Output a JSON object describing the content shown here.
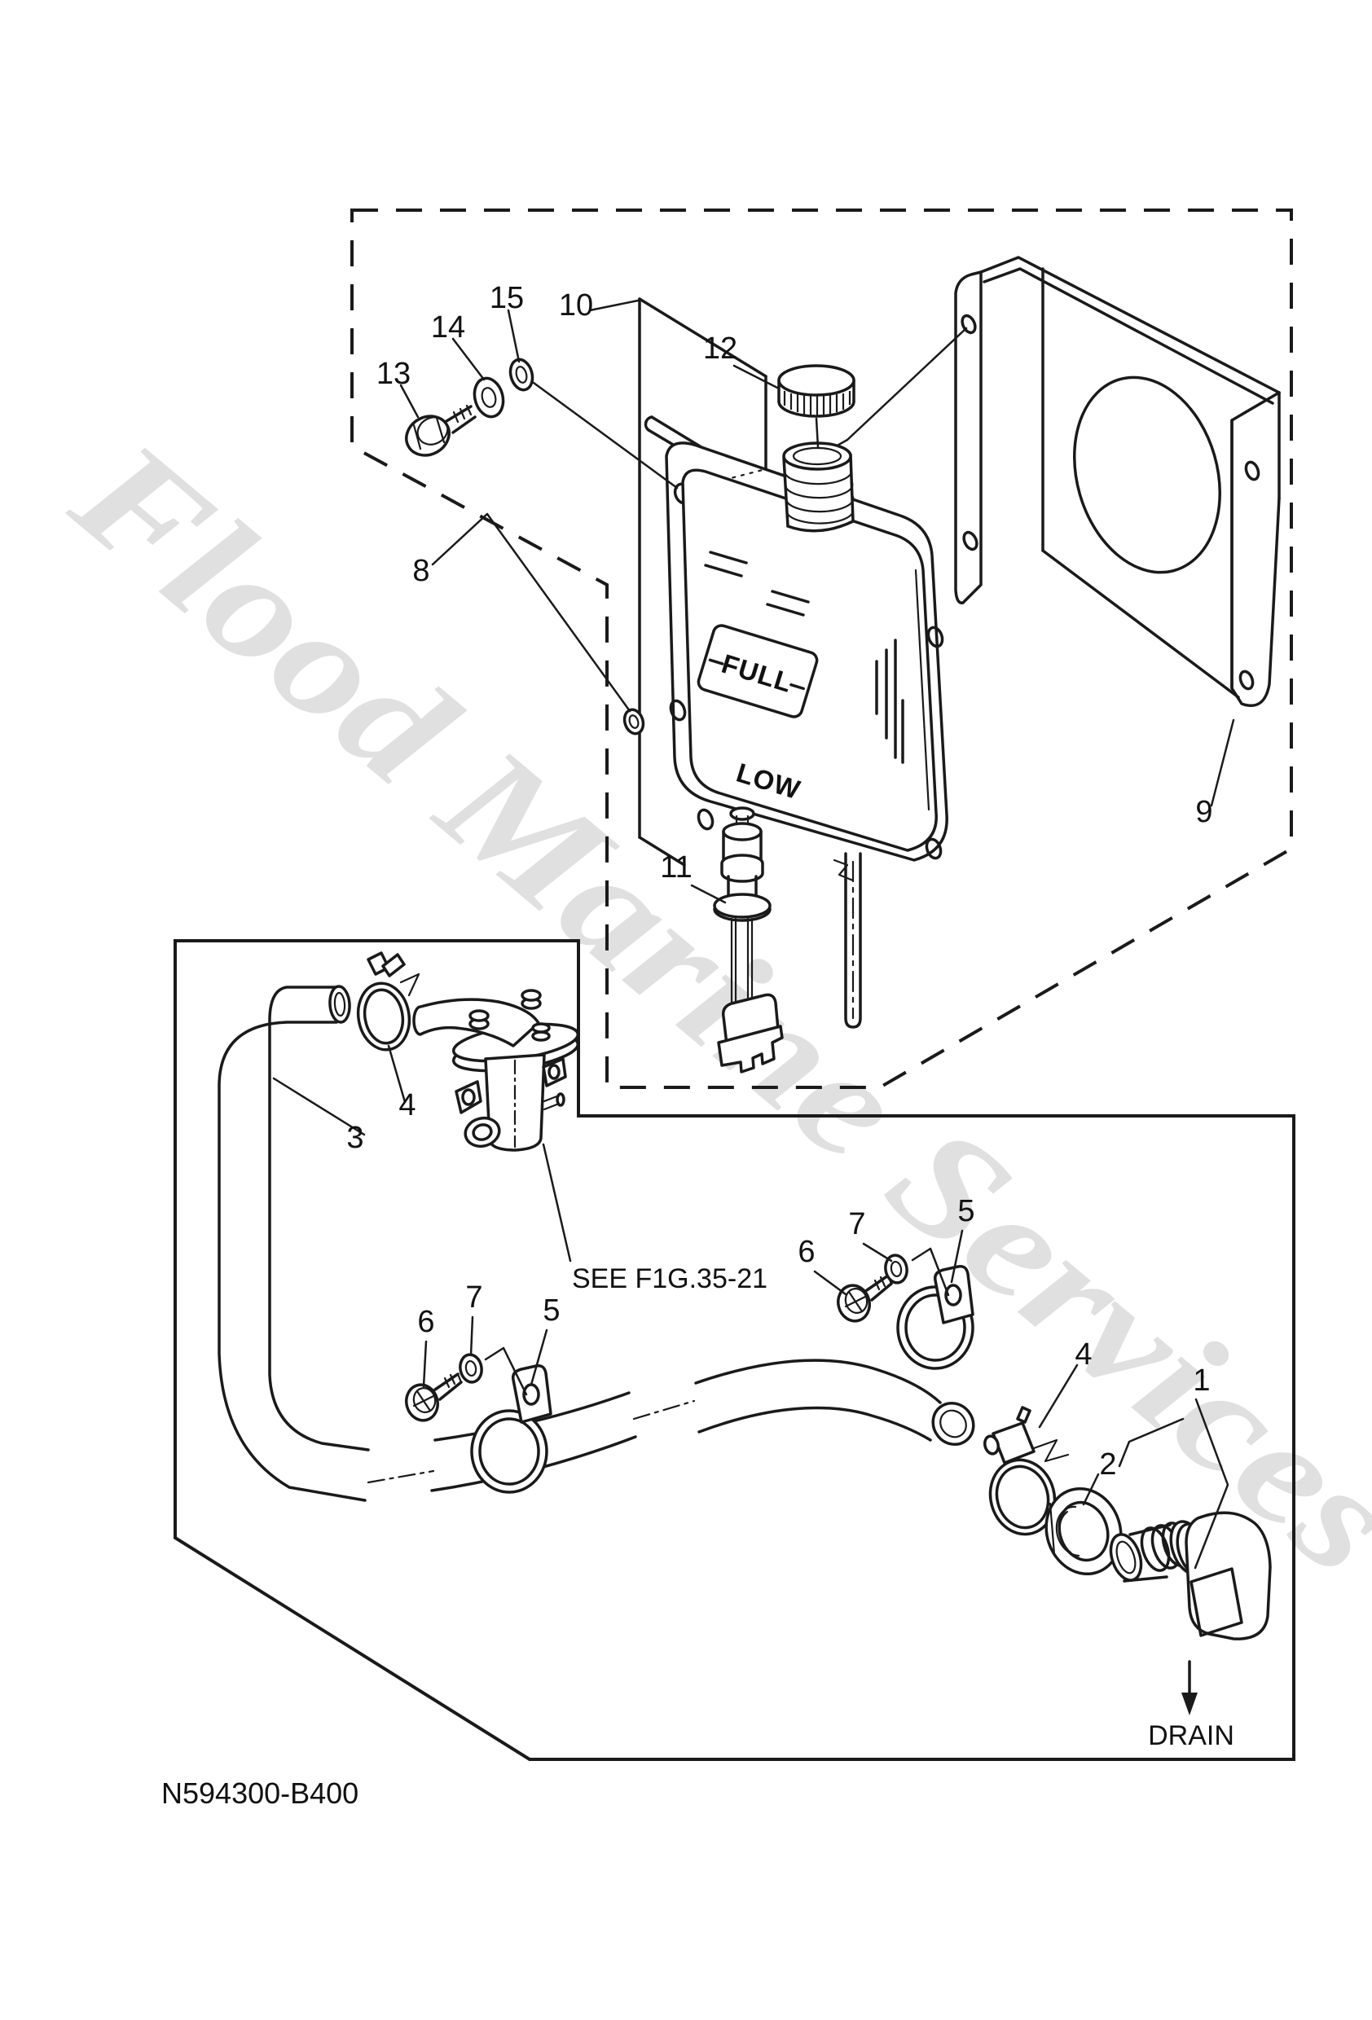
{
  "diagram": {
    "watermark": "Flood Marine Services",
    "part_number": "N594300-B400",
    "texts": {
      "full": "FULL",
      "low": "LOW",
      "see_ref": "SEE F1G.35-21",
      "drain": "DRAIN"
    },
    "callouts": {
      "1": "1",
      "2": "2",
      "3": "3",
      "4": "4",
      "5": "5",
      "6": "6",
      "7": "7",
      "8": "8",
      "9": "9",
      "10": "10",
      "11": "11",
      "12": "12",
      "13": "13",
      "14": "14",
      "15": "15"
    },
    "colors": {
      "line": "#1a1a1a",
      "background": "#ffffff",
      "watermark": "#c7c7c7"
    }
  }
}
